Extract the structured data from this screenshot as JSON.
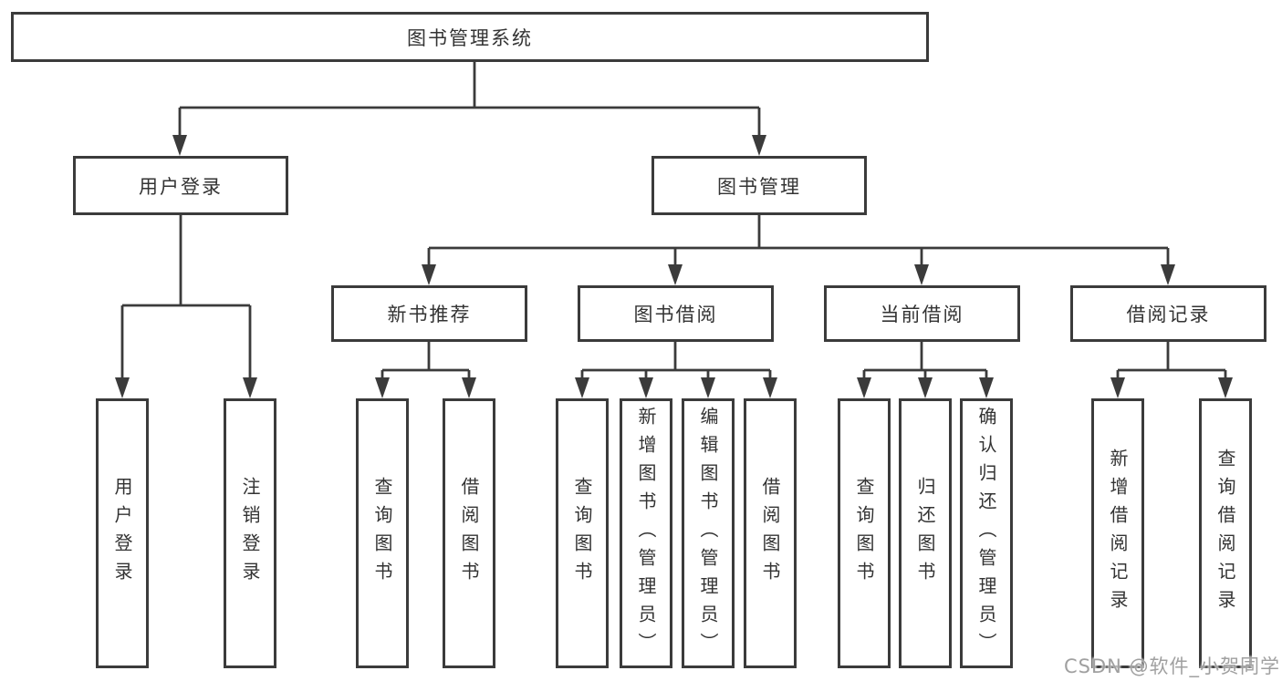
{
  "colors": {
    "line": "#3b3b3b",
    "text": "#333333",
    "background": "#ffffff",
    "watermark": "#a0a0a0"
  },
  "diagram": {
    "type": "tree",
    "root": {
      "label": "图书管理系统"
    },
    "level2": [
      {
        "label": "用户登录"
      },
      {
        "label": "图书管理"
      }
    ],
    "level3": [
      {
        "label": "新书推荐"
      },
      {
        "label": "图书借阅"
      },
      {
        "label": "当前借阅"
      },
      {
        "label": "借阅记录"
      }
    ],
    "level4": {
      "user_login": [
        {
          "label": "用户登录"
        },
        {
          "label": "注销登录"
        }
      ],
      "new_book_recommend": [
        {
          "label": "查询图书"
        },
        {
          "label": "借阅图书"
        }
      ],
      "book_borrow": [
        {
          "label": "查询图书"
        },
        {
          "label": "新增图书（管理员）"
        },
        {
          "label": "编辑图书（管理员）"
        },
        {
          "label": "借阅图书"
        }
      ],
      "current_borrow": [
        {
          "label": "查询图书"
        },
        {
          "label": "归还图书"
        },
        {
          "label": "确认归还（管理员）"
        }
      ],
      "borrow_records": [
        {
          "label": "新增借阅记录"
        },
        {
          "label": "查询借阅记录"
        }
      ]
    }
  },
  "watermark": {
    "text": "CSDN @软件_小贺同学"
  }
}
